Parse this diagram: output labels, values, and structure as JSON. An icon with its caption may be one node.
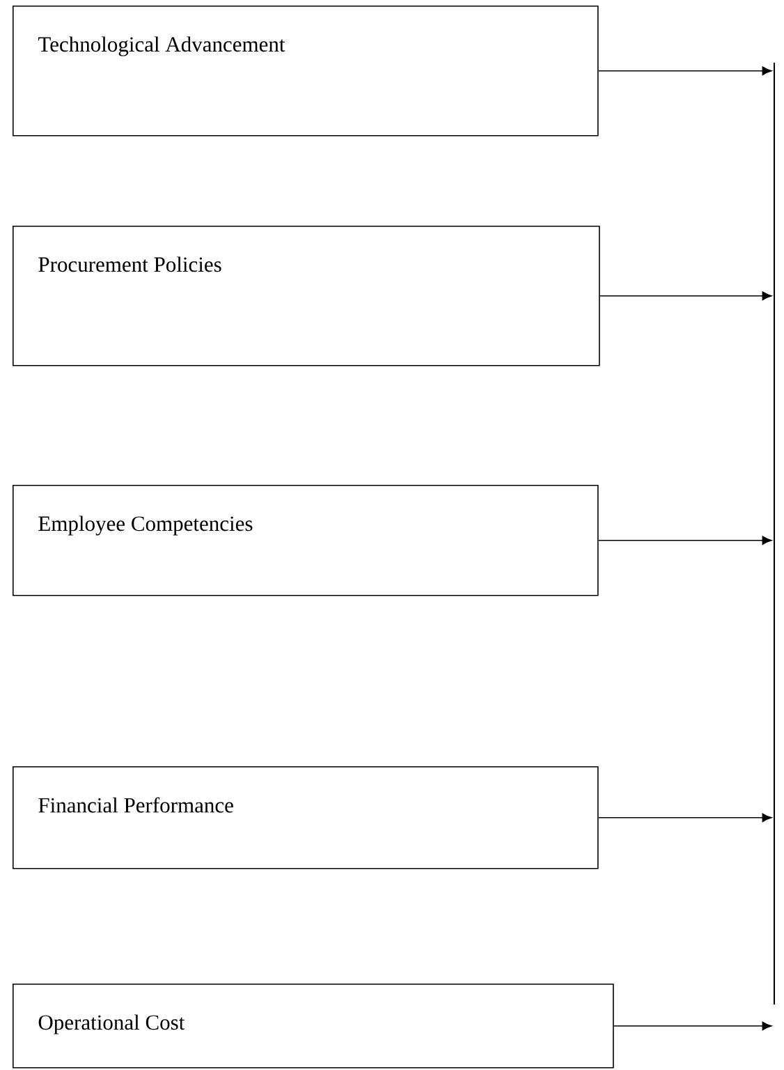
{
  "diagram": {
    "nodes": [
      {
        "text": [
          "Technological Advancement"
        ]
      },
      {
        "text": [
          "Procurement Policies"
        ]
      },
      {
        "text": [
          "Employee Competencies"
        ]
      },
      {
        "text": [
          "Financial Performance"
        ]
      },
      {
        "text": [
          "Operational Cost"
        ]
      },
      {
        "text": [],
        "shape": "bar"
      }
    ],
    "edges": [
      {
        "from": 0,
        "to": 5,
        "arrow": "to"
      },
      {
        "from": 1,
        "to": 5,
        "arrow": "to"
      },
      {
        "from": 2,
        "to": 5,
        "arrow": "to"
      },
      {
        "from": 3,
        "to": 5,
        "arrow": "to"
      },
      {
        "from": 4,
        "to": 5,
        "arrow": "to"
      }
    ]
  }
}
